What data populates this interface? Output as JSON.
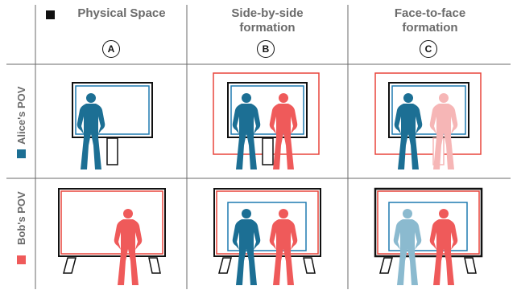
{
  "columns": [
    {
      "title_lines": [
        "Physical Space"
      ],
      "badge": "A"
    },
    {
      "title_lines": [
        "Side-by-side",
        "formation"
      ],
      "badge": "B"
    },
    {
      "title_lines": [
        "Face-to-face",
        "formation"
      ],
      "badge": "C"
    }
  ],
  "rows": [
    {
      "label": "Alice's POV",
      "color": "#1c6f94"
    },
    {
      "label": "Bob's POV",
      "color": "#ef5a5a"
    }
  ],
  "legend": {
    "physical_color": "#111111"
  },
  "colors": {
    "alice": "#1c6f94",
    "alice_faded": "#8bbacf",
    "bob": "#ef5a5a",
    "bob_faded": "#f6b6b6",
    "frame_dark": "#111111",
    "frame_red": "#e8453c",
    "frame_blue": "#1f7ab0",
    "divider": "#6a6a6a"
  }
}
